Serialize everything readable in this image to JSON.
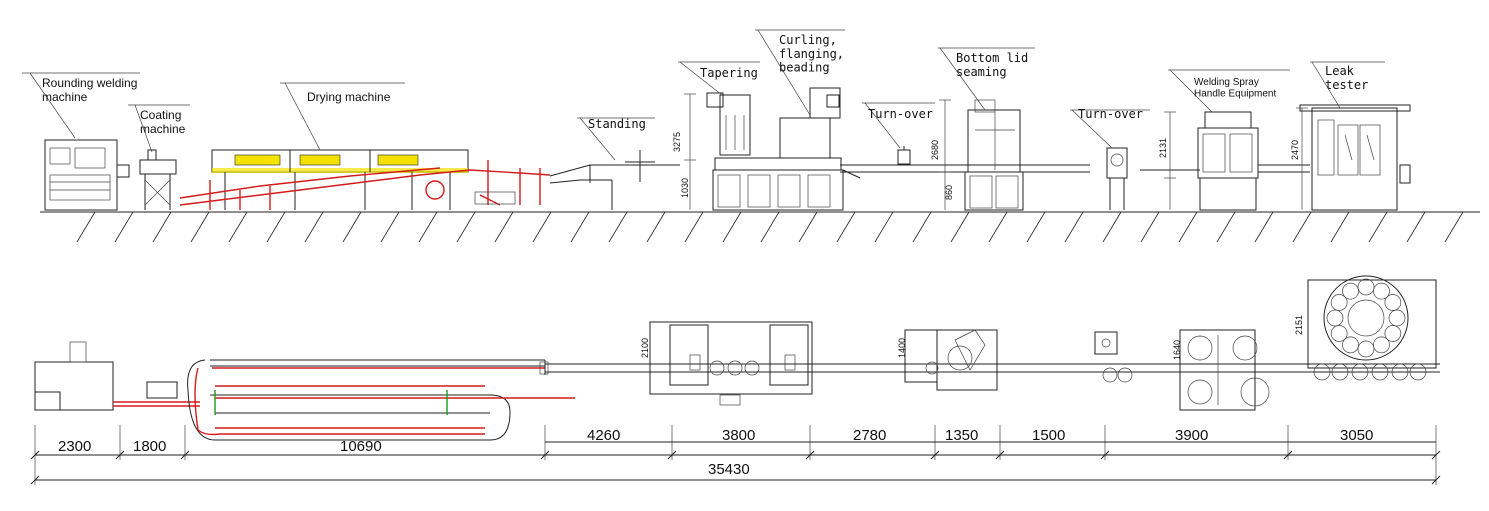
{
  "side_view_labels": {
    "rounding_welding": "Rounding welding\nmachine",
    "coating": "Coating\nmachine",
    "drying": "Drying machine",
    "standing": "Standing",
    "tapering": "Tapering",
    "curling": "Curling,\nflanging,\nbeading",
    "turn_over_1": "Turn-over",
    "bottom_lid": "Bottom lid\nseaming",
    "turn_over_2": "Turn-over",
    "welding_spray": "Welding Spray\nHandle Equipment",
    "leak_tester": "Leak\ntester"
  },
  "side_view_heights": {
    "h3275": "3275",
    "h1030": "1030",
    "h2680": "2680",
    "h860": "860",
    "h2131": "2131",
    "h2470": "2470"
  },
  "plan_view_heights": {
    "h2100": "2100",
    "h1400": "1400",
    "h1640": "1640",
    "h2151": "2151"
  },
  "dimensions": {
    "d2300": "2300",
    "d1800": "1800",
    "d10690": "10690",
    "d4260": "4260",
    "d3800": "3800",
    "d2780": "2780",
    "d1350": "1350",
    "d1500": "1500",
    "d3900": "3900",
    "d3050": "3050",
    "total": "35430"
  },
  "colors": {
    "line": "#222222",
    "conveyor_red": "#d61a1a",
    "dryer_yellow": "#f4e200"
  }
}
